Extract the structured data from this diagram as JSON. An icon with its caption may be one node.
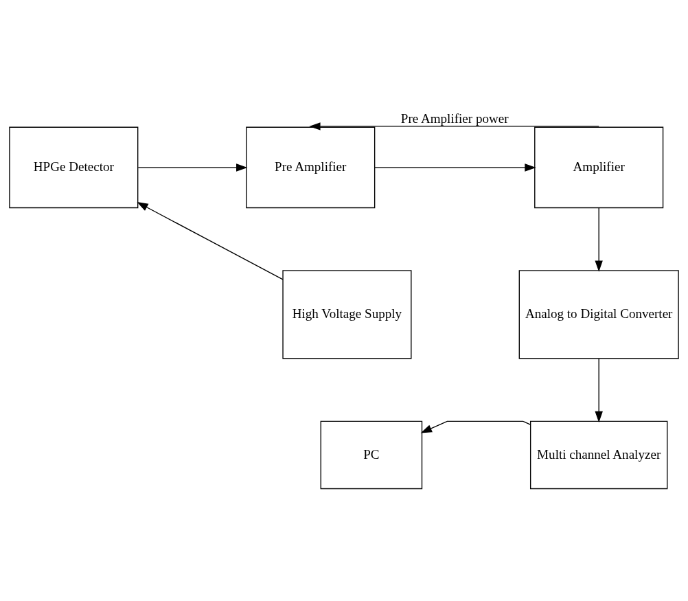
{
  "diagram": {
    "nodes": [
      {
        "text": [
          "HPGe Detector"
        ]
      },
      {
        "text": [
          "Pre Amplifier"
        ]
      },
      {
        "text": [
          "Amplifier"
        ]
      },
      {
        "text": [
          "High Voltage Supply"
        ]
      },
      {
        "text": [
          "Analog to Digital Converter"
        ]
      },
      {
        "text": [
          "Multi channel Analyzer"
        ]
      },
      {
        "text": [
          "PC"
        ]
      }
    ],
    "edges": [
      {
        "from": 0,
        "to": 1,
        "arrow": "to"
      },
      {
        "from": 1,
        "to": 2,
        "arrow": "to"
      },
      {
        "from": 2,
        "to": 1,
        "arrow": "to",
        "label": "Pre Amplifier power"
      },
      {
        "from": 3,
        "to": 0,
        "arrow": "to"
      },
      {
        "from": 2,
        "to": 4,
        "arrow": "to"
      },
      {
        "from": 4,
        "to": 5,
        "arrow": "to"
      },
      {
        "from": 5,
        "to": 6,
        "arrow": "to"
      }
    ]
  }
}
